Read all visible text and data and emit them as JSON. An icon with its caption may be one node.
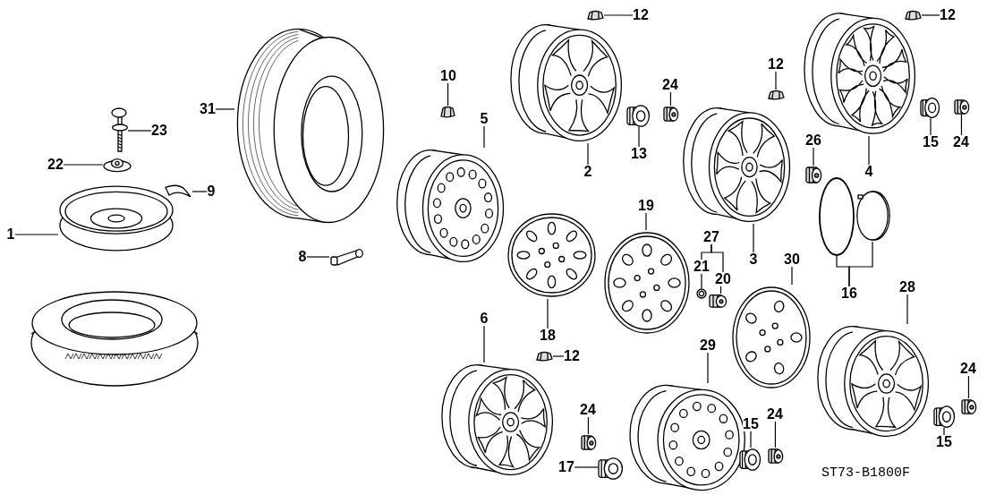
{
  "diagram": {
    "nodes": [
      {
        "text": [
          "31"
        ]
      },
      {
        "text": [],
        "shape": "picture"
      },
      {
        "text": [
          "12"
        ]
      },
      {
        "text": [],
        "shape": "picture"
      },
      {
        "text": [
          "12"
        ]
      },
      {
        "text": [],
        "shape": "picture"
      },
      {
        "text": [
          "10"
        ]
      },
      {
        "text": [],
        "shape": "picture"
      },
      {
        "text": [
          "24"
        ]
      },
      {
        "text": [],
        "shape": "picture"
      },
      {
        "text": [
          "12"
        ]
      },
      {
        "text": [],
        "shape": "picture"
      },
      {
        "text": [
          "23"
        ]
      },
      {
        "text": [],
        "shape": "picture"
      },
      {
        "text": [
          "5"
        ]
      },
      {
        "text": [],
        "shape": "picture"
      },
      {
        "text": [
          "22"
        ]
      },
      {
        "text": [],
        "shape": "picture"
      },
      {
        "text": [
          "9"
        ]
      },
      {
        "text": [],
        "shape": "picture"
      },
      {
        "text": [
          "2"
        ]
      },
      {
        "text": [],
        "shape": "picture"
      },
      {
        "text": [
          "13"
        ]
      },
      {
        "text": [],
        "shape": "picture"
      },
      {
        "text": [
          "26"
        ]
      },
      {
        "text": [],
        "shape": "picture"
      },
      {
        "text": [
          "4"
        ]
      },
      {
        "text": [],
        "shape": "picture"
      },
      {
        "text": [
          "15"
        ]
      },
      {
        "text": [],
        "shape": "picture"
      },
      {
        "text": [
          "24"
        ]
      },
      {
        "text": [],
        "shape": "picture"
      },
      {
        "text": [
          "1"
        ]
      },
      {
        "text": [],
        "shape": "picture"
      },
      {
        "text": [
          "8"
        ]
      },
      {
        "text": [],
        "shape": "picture"
      },
      {
        "text": [
          "3"
        ]
      },
      {
        "text": [],
        "shape": "picture"
      },
      {
        "text": [
          "19"
        ]
      },
      {
        "text": [],
        "shape": "picture"
      },
      {
        "text": [
          "27"
        ]
      },
      {
        "text": [
          "21"
        ]
      },
      {
        "text": [],
        "shape": "picture"
      },
      {
        "text": [
          "20"
        ]
      },
      {
        "text": [],
        "shape": "picture"
      },
      {
        "text": [
          "16"
        ]
      },
      {
        "text": [],
        "shape": "circle"
      },
      {
        "text": [],
        "shape": "picture"
      },
      {
        "text": [
          "18"
        ]
      },
      {
        "text": [],
        "shape": "picture"
      },
      {
        "text": [
          "30"
        ]
      },
      {
        "text": [],
        "shape": "picture"
      },
      {
        "text": [
          "28"
        ]
      },
      {
        "text": [],
        "shape": "picture"
      },
      {
        "text": [
          "12"
        ]
      },
      {
        "text": [],
        "shape": "picture"
      },
      {
        "text": [
          "6"
        ]
      },
      {
        "text": [],
        "shape": "picture"
      },
      {
        "text": [
          "29"
        ]
      },
      {
        "text": [],
        "shape": "picture"
      },
      {
        "text": [
          "24"
        ]
      },
      {
        "text": [],
        "shape": "picture"
      },
      {
        "text": [
          "17"
        ]
      },
      {
        "text": [],
        "shape": "picture"
      },
      {
        "text": [
          "15"
        ]
      },
      {
        "text": [],
        "shape": "picture"
      },
      {
        "text": [
          "24"
        ]
      },
      {
        "text": [],
        "shape": "picture"
      },
      {
        "text": [
          "24"
        ]
      },
      {
        "text": [],
        "shape": "picture"
      },
      {
        "text": [
          "15"
        ]
      },
      {
        "text": [],
        "shape": "picture"
      }
    ],
    "edges": [
      {
        "from": 0,
        "to": 1,
        "arrow": "none"
      },
      {
        "from": 2,
        "to": 3,
        "arrow": "none"
      },
      {
        "from": 4,
        "to": 5,
        "arrow": "none"
      },
      {
        "from": 6,
        "to": 7,
        "arrow": "none"
      },
      {
        "from": 8,
        "to": 9,
        "arrow": "none"
      },
      {
        "from": 10,
        "to": 11,
        "arrow": "none"
      },
      {
        "from": 12,
        "to": 13,
        "arrow": "none"
      },
      {
        "from": 14,
        "to": 15,
        "arrow": "none"
      },
      {
        "from": 16,
        "to": 17,
        "arrow": "none"
      },
      {
        "from": 18,
        "to": 19,
        "arrow": "none"
      },
      {
        "from": 20,
        "to": 21,
        "arrow": "none"
      },
      {
        "from": 22,
        "to": 23,
        "arrow": "none"
      },
      {
        "from": 24,
        "to": 25,
        "arrow": "none"
      },
      {
        "from": 26,
        "to": 27,
        "arrow": "none"
      },
      {
        "from": 28,
        "to": 29,
        "arrow": "none"
      },
      {
        "from": 30,
        "to": 31,
        "arrow": "none"
      },
      {
        "from": 32,
        "to": 33,
        "arrow": "none"
      },
      {
        "from": 34,
        "to": 35,
        "arrow": "none"
      },
      {
        "from": 36,
        "to": 37,
        "arrow": "none"
      },
      {
        "from": 38,
        "to": 39,
        "arrow": "none"
      },
      {
        "from": 40,
        "to": 41,
        "arrow": "none"
      },
      {
        "from": 40,
        "to": 43,
        "arrow": "none"
      },
      {
        "from": 41,
        "to": 42,
        "arrow": "none"
      },
      {
        "from": 43,
        "to": 44,
        "arrow": "none"
      },
      {
        "from": 45,
        "to": 46,
        "arrow": "none"
      },
      {
        "from": 45,
        "to": 47,
        "arrow": "none"
      },
      {
        "from": 48,
        "to": 49,
        "arrow": "none"
      },
      {
        "from": 50,
        "to": 51,
        "arrow": "none"
      },
      {
        "from": 52,
        "to": 53,
        "arrow": "none"
      },
      {
        "from": 54,
        "to": 55,
        "arrow": "none"
      },
      {
        "from": 56,
        "to": 57,
        "arrow": "none"
      },
      {
        "from": 58,
        "to": 59,
        "arrow": "none"
      },
      {
        "from": 60,
        "to": 61,
        "arrow": "none"
      },
      {
        "from": 62,
        "to": 63,
        "arrow": "none"
      },
      {
        "from": 64,
        "to": 65,
        "arrow": "none"
      },
      {
        "from": 66,
        "to": 67,
        "arrow": "none"
      },
      {
        "from": 68,
        "to": 69,
        "arrow": "none"
      },
      {
        "from": 70,
        "to": 71,
        "arrow": "none"
      }
    ],
    "labels": [
      "ST73-B1800F"
    ]
  }
}
